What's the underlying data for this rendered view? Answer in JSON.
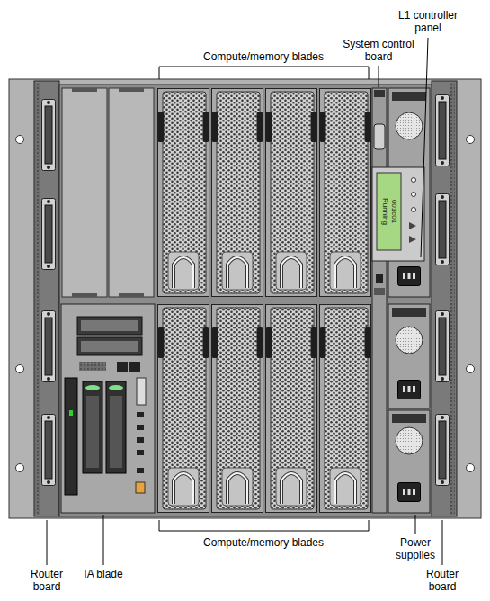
{
  "diagram": {
    "labels": [
      "L1 controller panel",
      "System control board",
      "Compute/memory blades",
      "001c01",
      "Running",
      "Compute/memory blades",
      "Router board",
      "IA blade",
      "Power supplies",
      "Router board"
    ]
  }
}
